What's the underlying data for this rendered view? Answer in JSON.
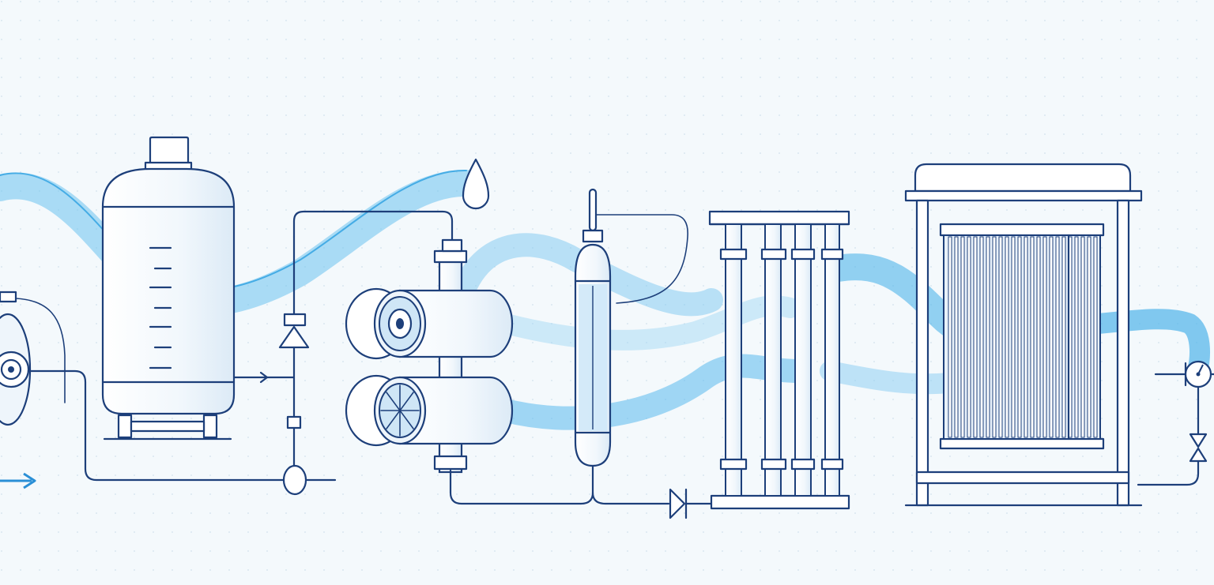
{
  "diagram": {
    "colors": {
      "background": "#f4f9fc",
      "line": "#1d3f7a",
      "water_stream": "#4fb4ea",
      "water_stream_light": "#8fd0f3",
      "flow_arrow": "#2a8fd6"
    },
    "components": [
      {
        "id": "inlet-pump",
        "icon": "pump-icon"
      },
      {
        "id": "storage-tank",
        "icon": "tank-icon"
      },
      {
        "id": "check-valve-1",
        "icon": "valve-icon"
      },
      {
        "id": "droplet",
        "icon": "water-droplet-icon"
      },
      {
        "id": "membrane-housing-pair",
        "icon": "cartridge-filter-icon"
      },
      {
        "id": "uv-column",
        "icon": "column-icon"
      },
      {
        "id": "check-valve-2",
        "icon": "check-valve-icon"
      },
      {
        "id": "filter-rack",
        "icon": "filter-rack-icon"
      },
      {
        "id": "plate-module",
        "icon": "plate-module-icon"
      },
      {
        "id": "outlet-gauge",
        "icon": "pressure-gauge-icon"
      }
    ]
  }
}
